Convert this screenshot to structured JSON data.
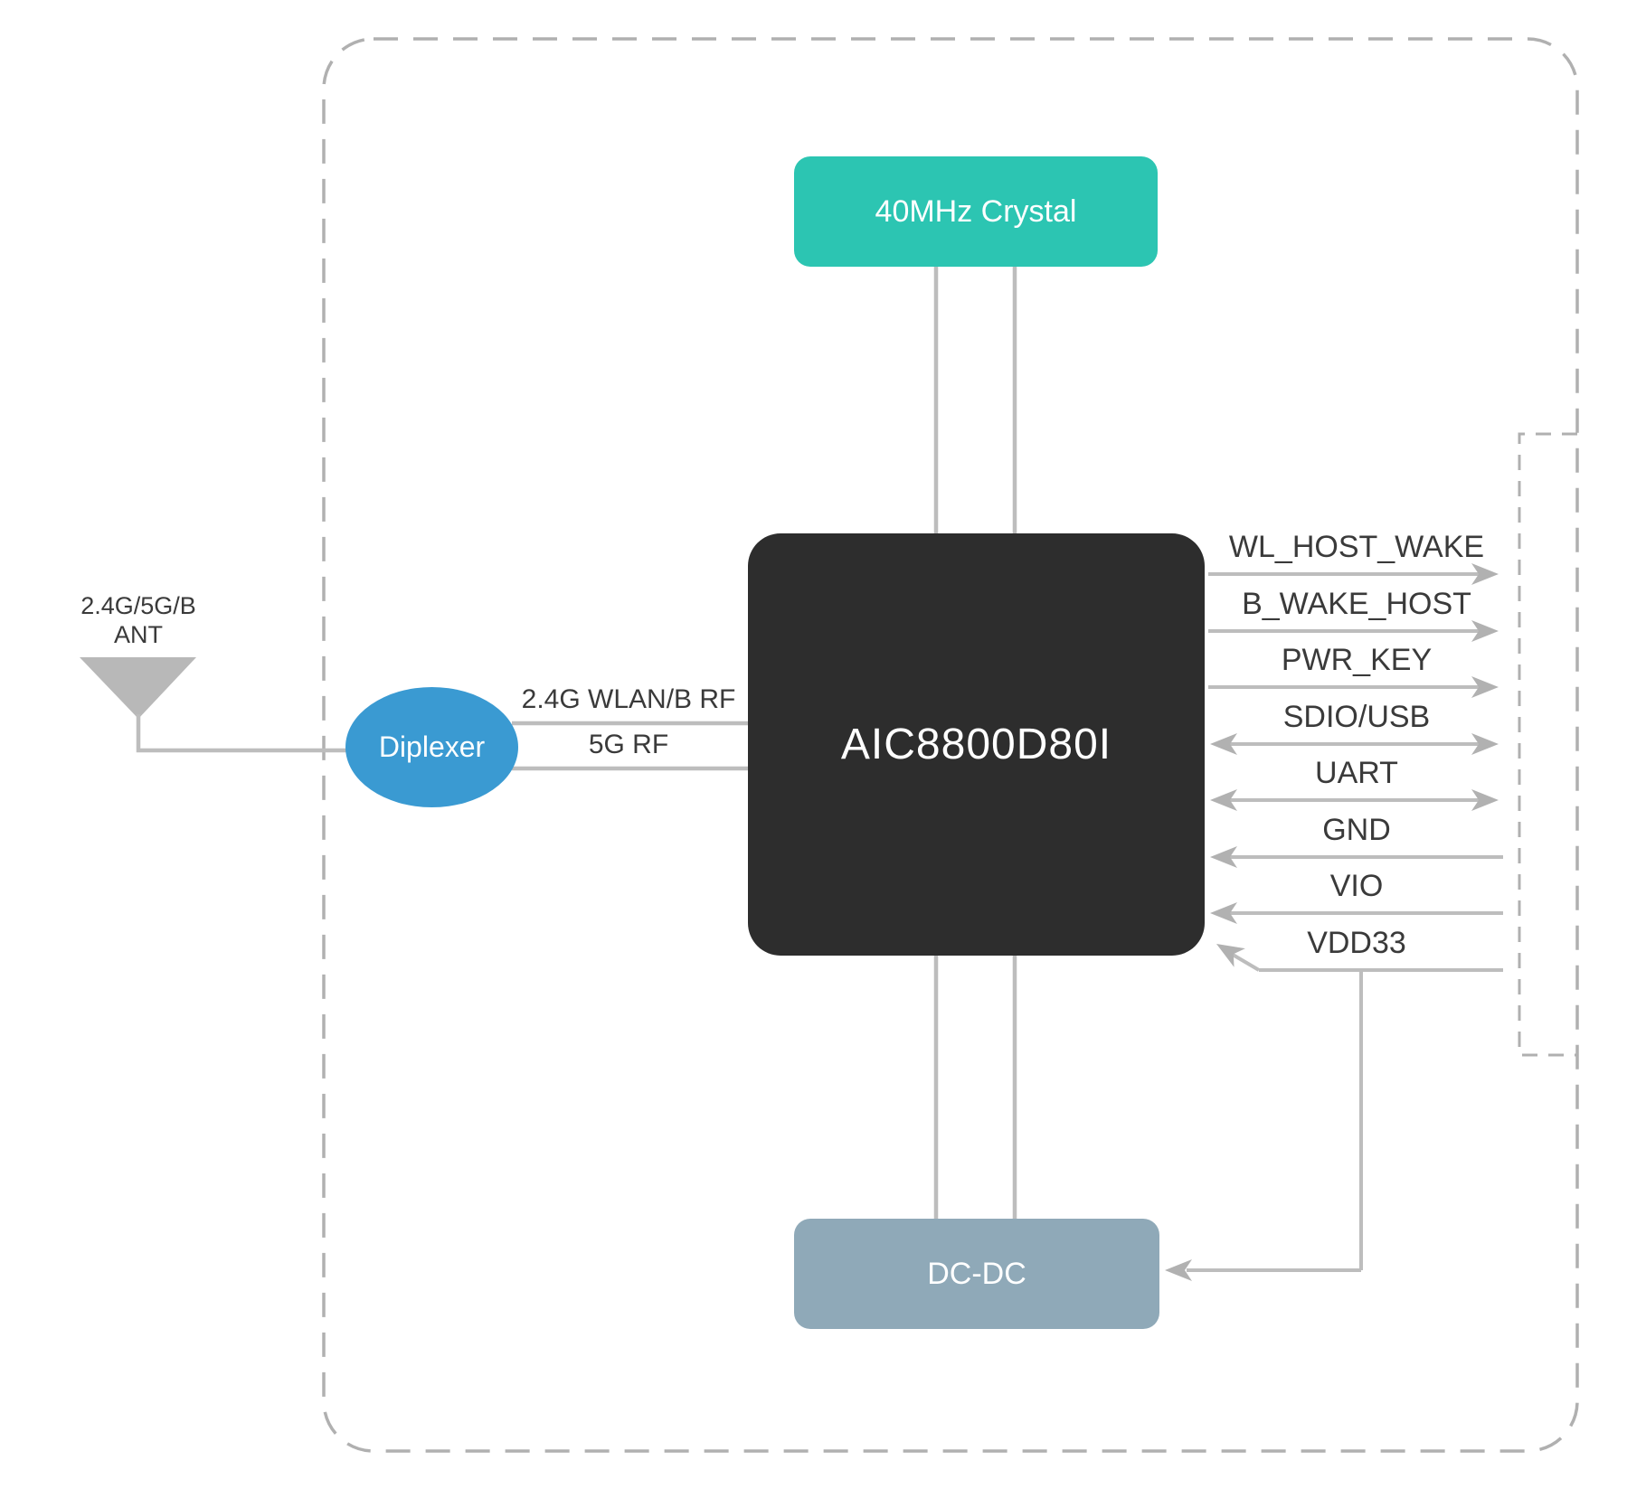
{
  "blocks": {
    "crystal": "40MHz Crystal",
    "chip": "AIC8800D80I",
    "dcdc": "DC-DC",
    "diplexer": "Diplexer"
  },
  "antenna": {
    "label_line1": "2.4G/5G/B",
    "label_line2": "ANT"
  },
  "rf_links": [
    {
      "label": "2.4G WLAN/B RF"
    },
    {
      "label": "5G RF"
    }
  ],
  "signals": [
    {
      "label": "WL_HOST_WAKE",
      "direction": "to-host"
    },
    {
      "label": "B_WAKE_HOST",
      "direction": "to-host"
    },
    {
      "label": "PWR_KEY",
      "direction": "to-host"
    },
    {
      "label": "SDIO/USB",
      "direction": "bidirectional"
    },
    {
      "label": "UART",
      "direction": "bidirectional"
    },
    {
      "label": "GND",
      "direction": "to-chip"
    },
    {
      "label": "VIO",
      "direction": "to-chip"
    },
    {
      "label": "VDD33",
      "direction": "to-chip-corner-and-dcdc"
    }
  ],
  "colors": {
    "crystal_box": "#2cc5b2",
    "chip_box": "#2d2d2d",
    "dcdc_box": "#8fa9b8",
    "diplexer_ellipse": "#3a9ad2",
    "connection_line": "#bdbdbd",
    "arrowhead": "#b1b1b1",
    "dashed_border": "#b0b0b0",
    "label_text": "#3a3a3a",
    "block_text": "#ffffff",
    "background": "#ffffff"
  }
}
